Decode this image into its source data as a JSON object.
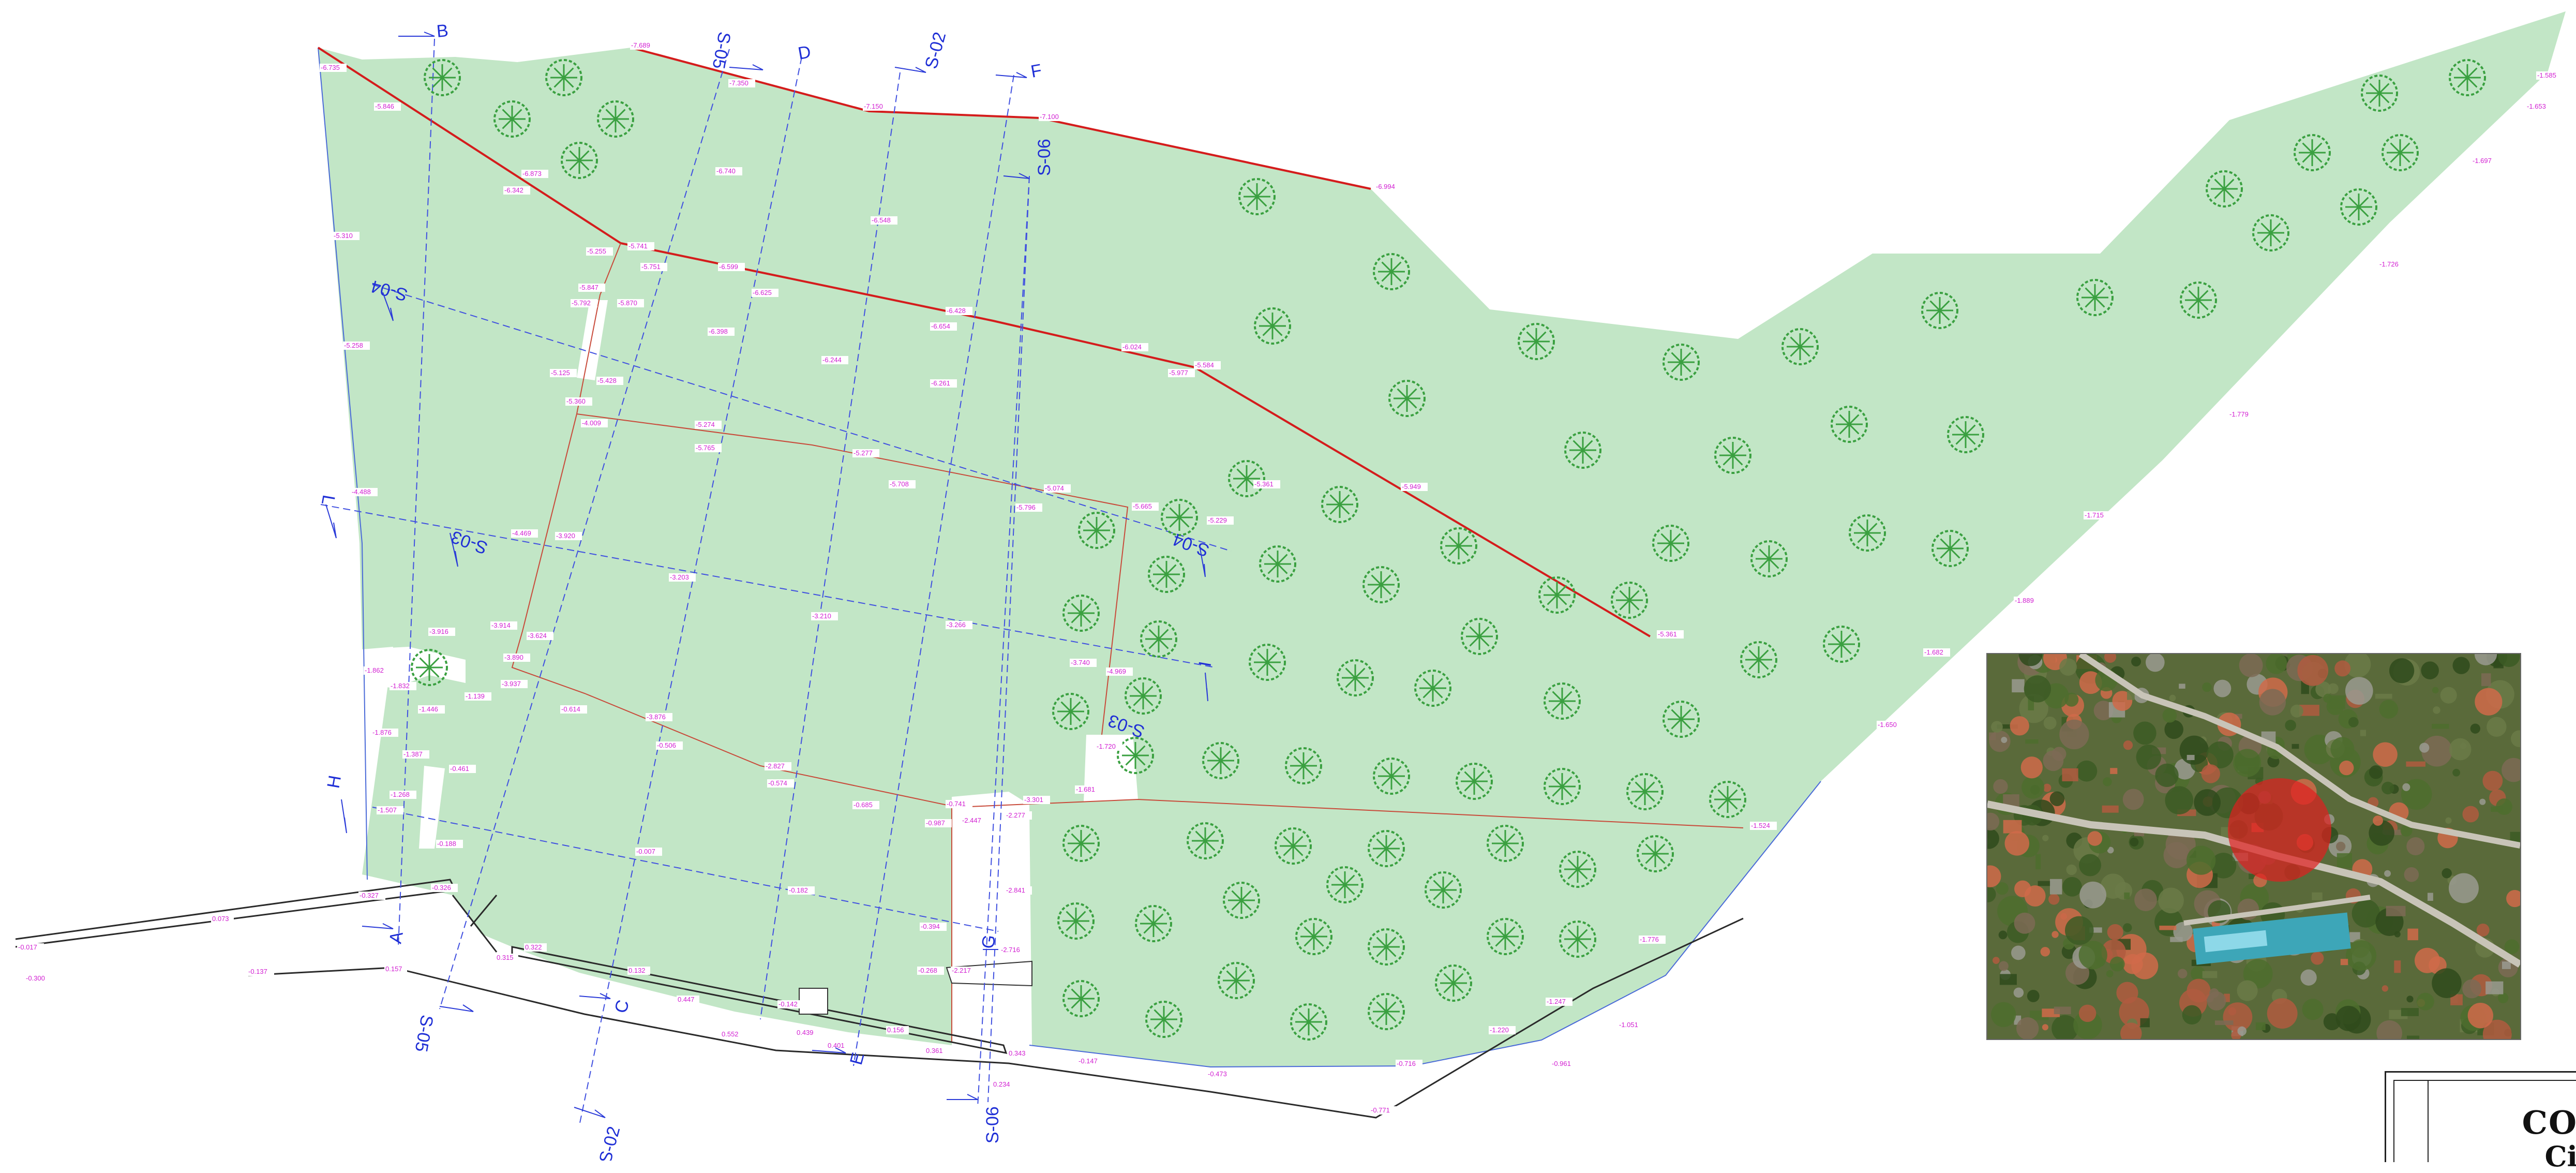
{
  "sections": [
    {
      "id": "S-05",
      "top": "S-05",
      "bottom": "S-05"
    },
    {
      "id": "S-02",
      "top": "S-02",
      "bottom": "S-02"
    },
    {
      "id": "S-06",
      "top": "S-06",
      "bottom": "S-06"
    },
    {
      "id": "S-04",
      "left": "S-04",
      "right": "S-04"
    },
    {
      "id": "S-03",
      "left": "S-03",
      "right": "S-03"
    }
  ],
  "markers": {
    "B": "B",
    "D": "D",
    "F": "F",
    "L": "L",
    "H": "H",
    "I": "I",
    "A": "A",
    "C": "C",
    "E": "E",
    "G": "G"
  },
  "section_labels": {
    "s05_top": "S-05",
    "s02_top": "S-02",
    "s06_top": "S-06",
    "s04_left": "S-04",
    "s04_right": "S-04",
    "s03_left": "S-03",
    "s03_right": "S-03",
    "s05_bottom": "S-05",
    "s02_bottom": "S-02",
    "s06_bottom": "S-06"
  },
  "elevations": [
    "-6.735",
    "-5.846",
    "-6.873",
    "-6.342",
    "-5.310",
    "-5.258",
    "-4.488",
    "-4.469",
    "-5.255",
    "-5.741",
    "-5.751",
    "-5.847",
    "-5.792",
    "-5.870",
    "-5.125",
    "-5.428",
    "-5.360",
    "-4.009",
    "-3.920",
    "-3.203",
    "-3.916",
    "-3.914",
    "-3.624",
    "-3.890",
    "-3.937",
    "-1.862",
    "-1.832",
    "-1.446",
    "-1.139",
    "-1.876",
    "-1.387",
    "-0.461",
    "-1.268",
    "-1.507",
    "-0.188",
    "-0.326",
    "-0.327",
    "0.073",
    "-0.017",
    "-0.300",
    "-0.137",
    "0.157",
    "0.322",
    "0.315",
    "0.132",
    "0.447",
    "-0.142",
    "0.552",
    "0.439",
    "0.401",
    "0.156",
    "0.361",
    "0.343",
    "0.234",
    "-0.147",
    "-0.716",
    "-0.473",
    "-0.771",
    "-0.961",
    "-1.051",
    "-1.220",
    "-1.247",
    "-1.776",
    "-1.524",
    "-1.650",
    "-1.682",
    "-1.889",
    "-1.715",
    "-1.779",
    "-1.726",
    "-1.697",
    "-1.653",
    "-1.585",
    "-7.689",
    "-7.350",
    "-7.150",
    "-7.100",
    "-6.994",
    "-6.740",
    "-6.548",
    "-6.599",
    "-6.625",
    "-6.398",
    "-6.244",
    "-6.428",
    "-6.654",
    "-6.024",
    "-5.584",
    "-5.977",
    "-6.261",
    "-5.274",
    "-5.765",
    "-5.277",
    "-5.708",
    "-5.074",
    "-5.796",
    "-5.665",
    "-5.229",
    "-5.361",
    "-5.949",
    "-5.361",
    "-3.210",
    "-3.266",
    "-3.740",
    "-4.969",
    "-0.614",
    "-3.876",
    "-0.506",
    "-2.827",
    "-0.574",
    "-0.685",
    "-0.741",
    "-0.987",
    "-2.447",
    "-3.301",
    "-2.277",
    "-1.681",
    "-1.720",
    "-2.841",
    "-0.182",
    "-0.007",
    "-0.394",
    "-2.716",
    "-0.268",
    "-2.217"
  ],
  "aerial": {
    "alt": "aerial photo",
    "marker_color": "#e02020"
  },
  "title_block": {
    "main": "CO",
    "sub": "Ci"
  },
  "colors": {
    "vegetation": "#c2e6c6",
    "tree": "#3aa040",
    "section": "#1f2fd6",
    "elevation": "#d21fd2",
    "contour": "#d41c1c"
  }
}
